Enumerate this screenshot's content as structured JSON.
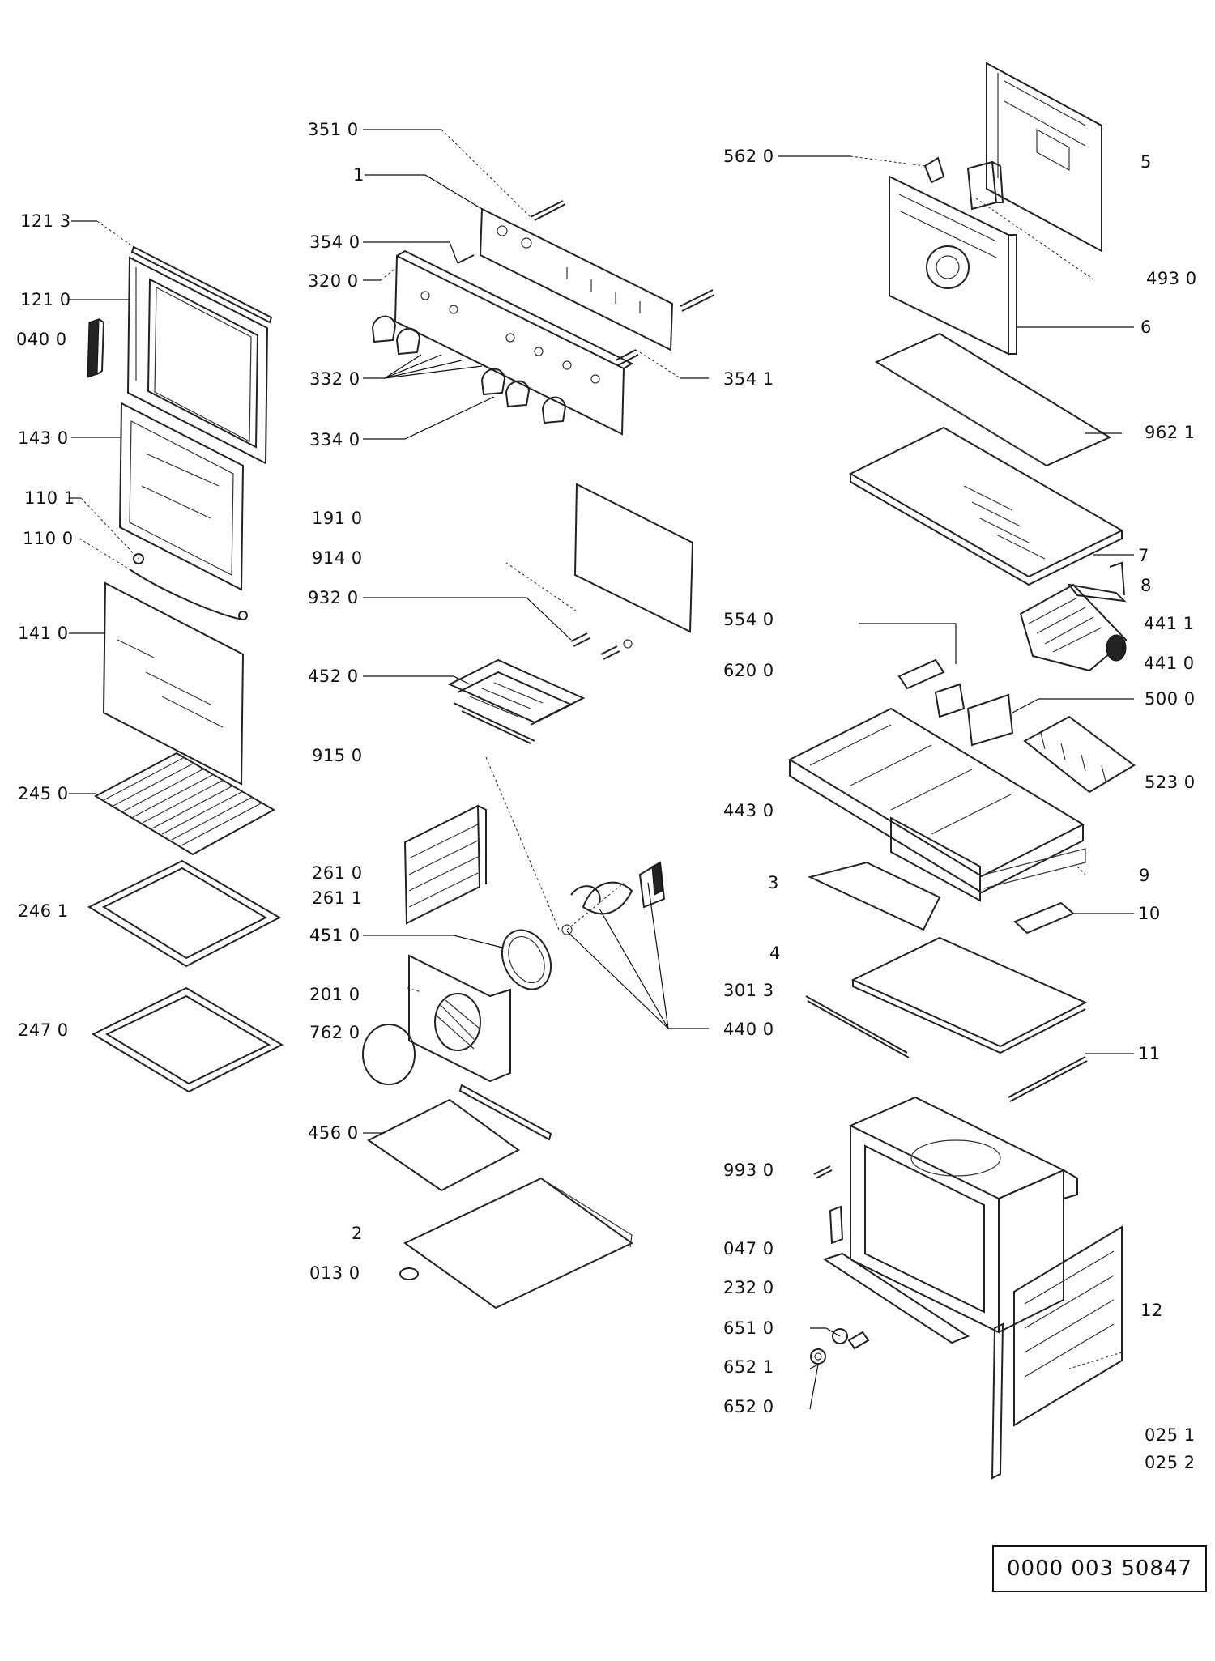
{
  "labels": {
    "l3510": "351 0",
    "l1": "1",
    "l3540": "354 0",
    "l3200": "320 0",
    "l3320": "332 0",
    "l3340": "334 0",
    "l3541": "354 1",
    "l1213": "121 3",
    "l1210": "121 0",
    "l0400": "040 0",
    "l1430": "143 0",
    "l1101": "110 1",
    "l1100": "110 0",
    "l1410": "141 0",
    "l2450": "245 0",
    "l2461": "246 1",
    "l2470": "247 0",
    "l1910": "191 0",
    "l9140": "914 0",
    "l9320": "932 0",
    "l4520": "452 0",
    "l9150": "915 0",
    "l2610": "261 0",
    "l2611": "261 1",
    "l4510": "451 0",
    "l2010": "201 0",
    "l7620": "762 0",
    "l4560": "456 0",
    "l2": "2",
    "l0130": "013 0",
    "l5620": "562 0",
    "l5": "5",
    "l4930": "493 0",
    "l6": "6",
    "l9621": "962 1",
    "l7": "7",
    "l8": "8",
    "l4411": "441 1",
    "l4410": "441 0",
    "l5540": "554 0",
    "l6200": "620 0",
    "l5000": "500 0",
    "l5230": "523 0",
    "l4430": "443 0",
    "l3": "3",
    "l9": "9",
    "l10": "10",
    "l4": "4",
    "l3013": "301 3",
    "l4400": "440 0",
    "l11": "11",
    "l9930": "993 0",
    "l0470": "047 0",
    "l2320": "232 0",
    "l6510": "651 0",
    "l6521": "652 1",
    "l6520": "652 0",
    "l12": "12",
    "l0251": "025 1",
    "l0252": "025 2"
  },
  "reference_number": "0000 003 50847"
}
